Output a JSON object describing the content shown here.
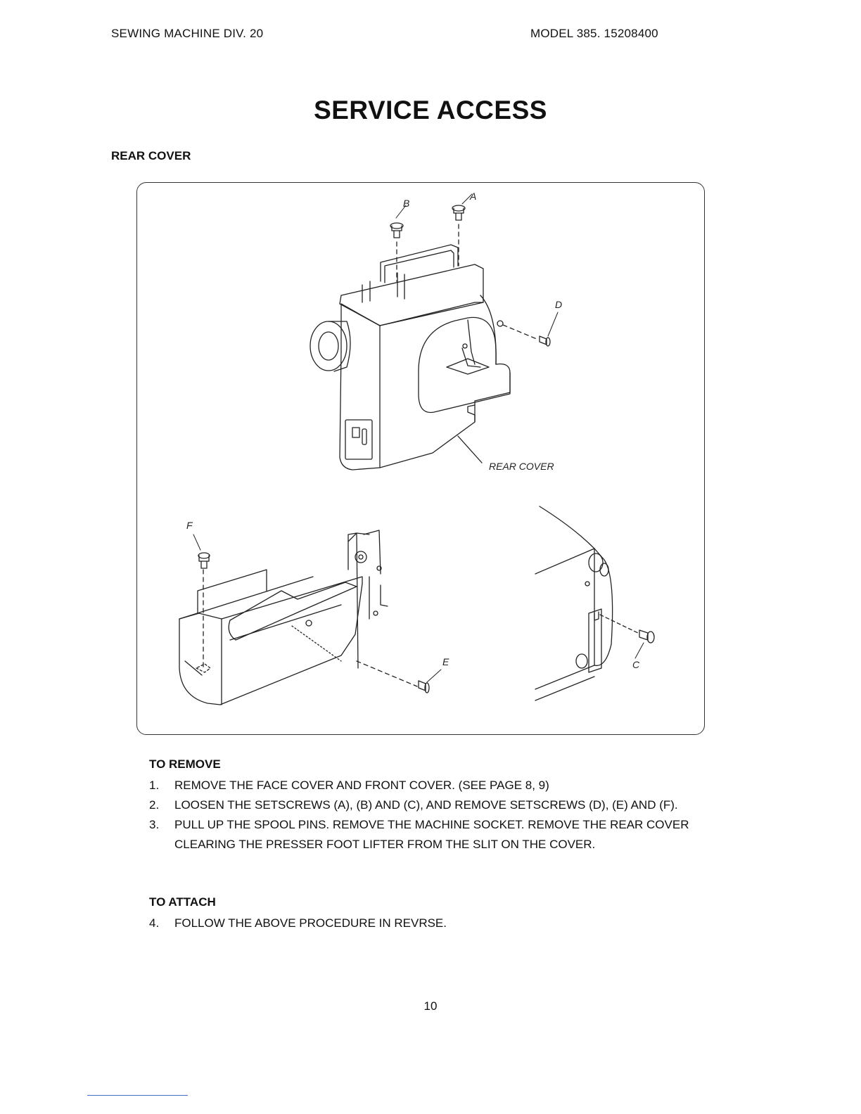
{
  "header": {
    "left": "SEWING MACHINE DIV. 20",
    "right": "MODEL 385. 15208400"
  },
  "title": "SERVICE ACCESS",
  "subtitle": "REAR COVER",
  "figure": {
    "callouts": {
      "a": "A",
      "b": "B",
      "c": "C",
      "d": "D",
      "e": "E",
      "f": "F",
      "rear_cover": "REAR COVER"
    }
  },
  "remove": {
    "heading": "TO REMOVE",
    "steps": [
      {
        "num": "1.",
        "text": "REMOVE THE FACE COVER AND FRONT COVER. (SEE PAGE 8, 9)"
      },
      {
        "num": "2.",
        "text": "LOOSEN THE SETSCREWS (A), (B) AND (C), AND REMOVE SETSCREWS (D), (E) AND (F)."
      },
      {
        "num": "3.",
        "text": "PULL UP THE SPOOL PINS. REMOVE THE MACHINE SOCKET. REMOVE THE REAR COVER CLEARING THE PRESSER FOOT LIFTER FROM THE SLIT ON THE COVER."
      }
    ]
  },
  "attach": {
    "heading": "TO ATTACH",
    "steps": [
      {
        "num": "4.",
        "text": "FOLLOW THE ABOVE PROCEDURE IN REVRSE."
      }
    ]
  },
  "page_number": "10"
}
